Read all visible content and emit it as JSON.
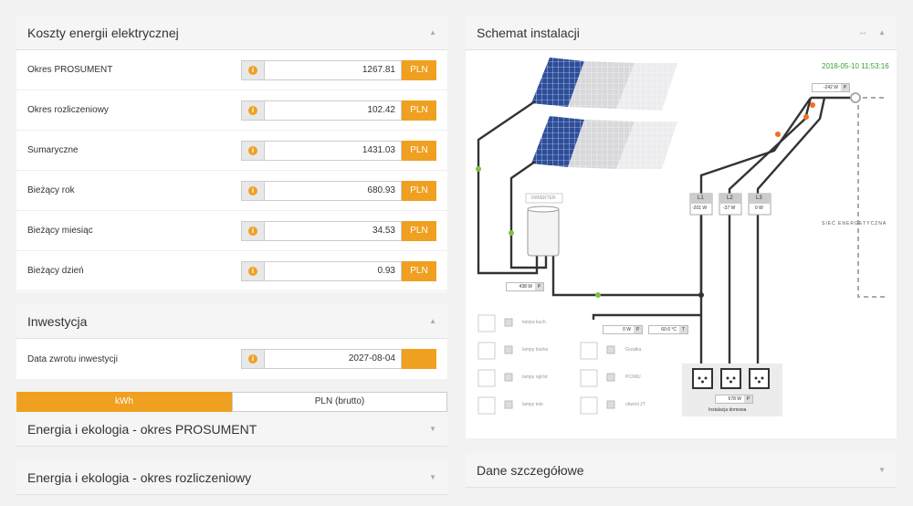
{
  "left": {
    "costs": {
      "title": "Koszty energii elektrycznej",
      "rows": [
        {
          "label": "Okres PROSUMENT",
          "value": "1267.81",
          "unit": "PLN"
        },
        {
          "label": "Okres rozliczeniowy",
          "value": "102.42",
          "unit": "PLN"
        },
        {
          "label": "Sumaryczne",
          "value": "1431.03",
          "unit": "PLN"
        },
        {
          "label": "Bieżący rok",
          "value": "680.93",
          "unit": "PLN"
        },
        {
          "label": "Bieżący miesiąc",
          "value": "34.53",
          "unit": "PLN"
        },
        {
          "label": "Bieżący dzień",
          "value": "0.93",
          "unit": "PLN"
        }
      ]
    },
    "investment": {
      "title": "Inwestycja",
      "row": {
        "label": "Data zwrotu inwestycji",
        "value": "2027-08-04"
      }
    },
    "tabs": [
      {
        "label": "kWh",
        "active": true
      },
      {
        "label": "PLN (brutto)",
        "active": false
      }
    ],
    "eco_prosument": {
      "title": "Energia i ekologia - okres PROSUMENT"
    },
    "eco_settlement": {
      "title": "Energia i ekologia - okres rozliczeniowy"
    }
  },
  "right": {
    "diagram": {
      "title": "Schemat instalacji",
      "timestamp": "2018-05-10 11:53:16",
      "grid_power": {
        "value": "-242 W",
        "unit": "P"
      },
      "grid_label": "SIEĆ ENERGETYCZNA",
      "inverter_label": "INWERTER",
      "inverter_power": {
        "value": "438 W",
        "unit": "P"
      },
      "phases": [
        {
          "label": "L1",
          "value": "-201 W"
        },
        {
          "label": "L2",
          "value": "-37 W"
        },
        {
          "label": "L3",
          "value": "0 W"
        }
      ],
      "heater_power": {
        "value": "0 W",
        "unit": "P"
      },
      "heater_temp": {
        "value": "60.6 °C",
        "unit": "T"
      },
      "left_devices": [
        "lampa kuch.",
        "lampy biurko",
        "lampy ogród",
        "lampy tele"
      ],
      "right_devices": [
        "Grzałka",
        "PC/WU",
        "obwód 2T"
      ],
      "home_power": {
        "value": "678 W",
        "unit": "P"
      },
      "home_label": "Instalacja domowa"
    },
    "details": {
      "title": "Dane szczegółowe"
    }
  },
  "colors": {
    "accent": "#f0a020",
    "wire": "#333333",
    "node_green": "#7bc142",
    "node_orange": "#f07020",
    "timestamp": "#3aa03a",
    "panel_blue": "#2d4e9a"
  },
  "icons": {
    "info": "info-icon",
    "collapse": "chevron-up-icon",
    "expand": "chevron-down-icon",
    "fullscreen": "expand-horizontal-icon",
    "socket": "socket-icon"
  }
}
